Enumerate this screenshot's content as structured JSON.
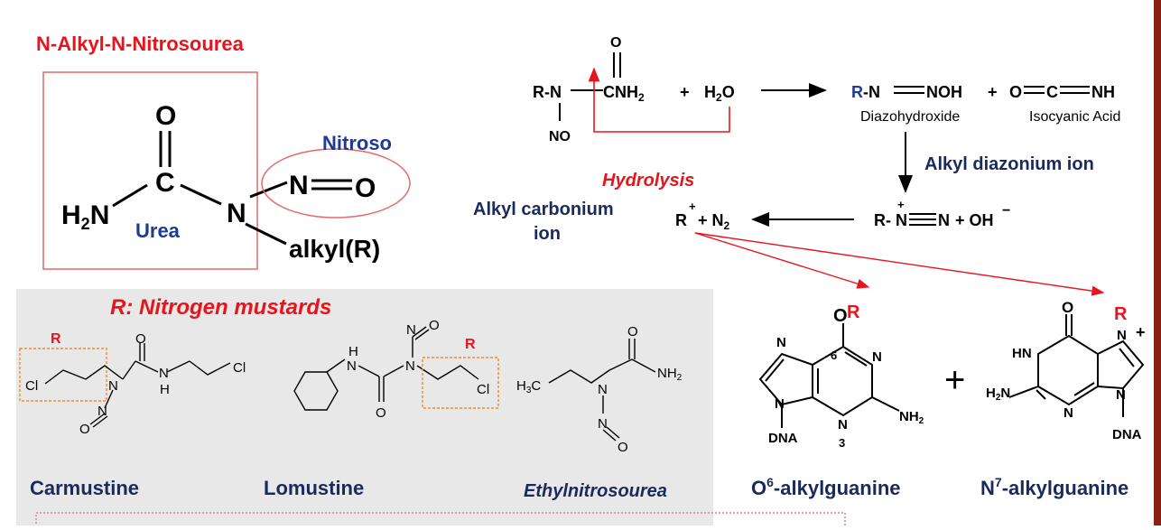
{
  "title": "N-Alkyl-N-Nitrosourea",
  "urea_panel": {
    "atom_O": "O",
    "atom_C": "C",
    "atom_N": "N",
    "h2n": "H",
    "h2n_sub": "2",
    "h2n_N": "N",
    "nitroso_N": "N",
    "nitroso_O": "O",
    "alkyl": "alkyl(R)",
    "label_urea": "Urea",
    "label_nitroso": "Nitroso"
  },
  "mechanism": {
    "r_n": "R-N",
    "no": "NO",
    "carbonyl_O": "O",
    "cnh2": "CNH",
    "cnh2_sub": "2",
    "plus1": "+",
    "h2o": "H",
    "h2o_sub": "2",
    "h2o_O": "O",
    "hydrolysis": "Hydrolysis",
    "diazo_R": "R",
    "diazo_rest": "-N",
    "diazo_eq": "NOH",
    "plus2": "+",
    "isocyanic": "O",
    "isocyanic_C": "C",
    "isocyanic_NH": "NH",
    "diazohydroxide": "Diazohydroxide",
    "isocyanic_acid": "Isocyanic Acid",
    "alkyl_diazonium": "Alkyl diazonium ion",
    "diazonium_R": "R-",
    "diazonium_N": "N",
    "diazonium_N2": "N",
    "plus_oh": "+ OH",
    "minus": "−",
    "plus_charge": "+",
    "carbonium_label_1": "Alkyl carbonium",
    "carbonium_label_2": "ion",
    "r_plus": "R",
    "n2": "+ N",
    "n2_sub": "2"
  },
  "mustards": {
    "title": "R: Nitrogen mustards",
    "r_marker_1": "R",
    "r_marker_2": "R",
    "carmustine": "Carmustine",
    "lomustine": "Lomustine",
    "ethylnitrosourea": "Ethylnitrosourea",
    "cl": "Cl",
    "n": "N",
    "h": "H",
    "o": "O",
    "h3c": "H",
    "h3c_sub": "3",
    "h3c_C": "C",
    "nh2": "NH",
    "nh2_sub": "2"
  },
  "guanine": {
    "o6_label": "O",
    "o6_sup": "6",
    "o6_rest": "-alkylguanine",
    "n7_label": "N",
    "n7_sup": "7",
    "n7_rest": "-alkylguanine",
    "o_r_O": "O",
    "o_r_R": "R",
    "six": "6",
    "three": "3",
    "n": "N",
    "nh2": "NH",
    "nh2_sub": "2",
    "h2n": "H",
    "h2n_sub": "2",
    "h2n_N": "N",
    "hn": "HN",
    "dna": "DNA",
    "plus": "+",
    "n7_R": "R",
    "n7_plus": "+",
    "carbonyl_O": "O"
  },
  "colors": {
    "red": "#e8141c",
    "navy": "#1f3a93",
    "dark_navy": "#1b2a5c",
    "orange_box": "#f08a2c",
    "pink_ellipse": "#e46a6a",
    "gray_panel": "#e8e8e8",
    "border_pink": "#e59ac4"
  }
}
